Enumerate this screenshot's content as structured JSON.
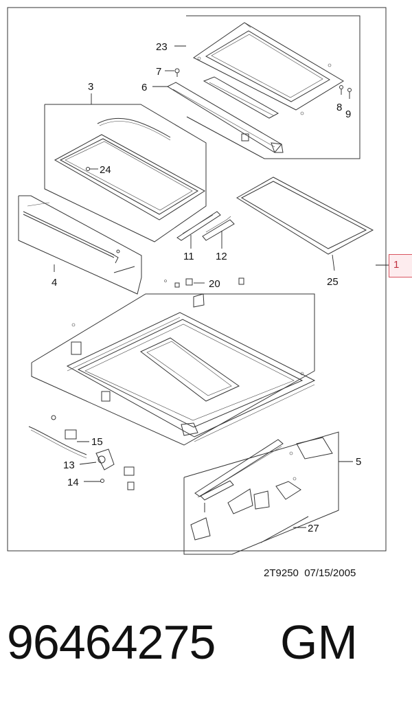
{
  "diagram": {
    "callouts": {
      "c1": "1",
      "c3": "3",
      "c4": "4",
      "c5": "5",
      "c6": "6",
      "c7": "7",
      "c8": "8",
      "c9": "9",
      "c11": "11",
      "c12": "12",
      "c13": "13",
      "c14": "14",
      "c15": "15",
      "c20": "20",
      "c23": "23",
      "c24": "24",
      "c25": "25",
      "c27": "27"
    },
    "colors": {
      "line": "#222222",
      "ref_tag_border": "#d9545f",
      "ref_tag_fill": "#fdecee"
    }
  },
  "footer": {
    "drawing_code": "2T9250  07/15/2005",
    "part_number": "96464275",
    "brand": "GM"
  }
}
